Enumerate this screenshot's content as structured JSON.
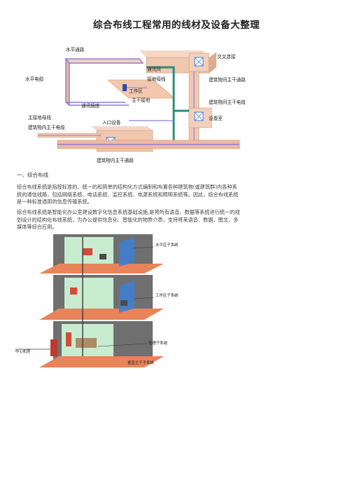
{
  "page": {
    "title": "综合布线工程常用的线材及设备大整理"
  },
  "figure1": {
    "labels": {
      "horizontal_channel": "水平通路",
      "cross_connect": "交叉连接",
      "horizontal_cable": "水平电缆",
      "telecom_room": "通讯间",
      "grounding_bus": "接地母线",
      "work_area": "工作区",
      "building_trunk_channel": "建筑物间主干通路",
      "telecom_outlet": "通讯插座",
      "main_trunk": "主干接地",
      "building_trunk_cable": "建筑物间主干电缆",
      "main_grounding_bus": "主接地母线",
      "inside_trunk_cable": "建筑物内主干电缆",
      "entrance_facility": "入口设备",
      "equipment_room": "设备室",
      "inside_trunk_channel": "建筑物内主干通路"
    }
  },
  "section1": {
    "heading": "一、综合布线",
    "para1": "综合布线系统是指按标准的、统一的和简单的结构化方式编制和布置各种建筑物(或建筑群)内各种系统的通信线路，包括网络系统、电话系统、监控系统、电源系统和照明系统等。因此，综合布线系统是一种标准通用的信息传输系统。",
    "para2": "综合布线系统是智能化办公室建设数字化信息系统基础设施,是将所有语音、数据等系统进行统一的规划设计的结构化布线系统，为办公提供信息化、智能化的物质介质，支持将来语音、数据、图文、多媒体等综合应用。"
  },
  "figure2": {
    "labels": {
      "horizontal_subsystem": "水平区子系统",
      "work_area_subsystem": "工作区子系统",
      "management_subsystem": "管理子系统",
      "central_room": "中心机房",
      "vertical_subsystem": "垂直主干子系统"
    }
  },
  "colors": {
    "pipe": "#f0c8b0",
    "pipe_dark": "#d9a688",
    "cable_purple": "#8a7fd8",
    "cable_green": "#2e8b7a",
    "floor_orange": "#e8835a",
    "room_green": "#c7ecd0",
    "glass_blue": "#3e7fd6"
  }
}
